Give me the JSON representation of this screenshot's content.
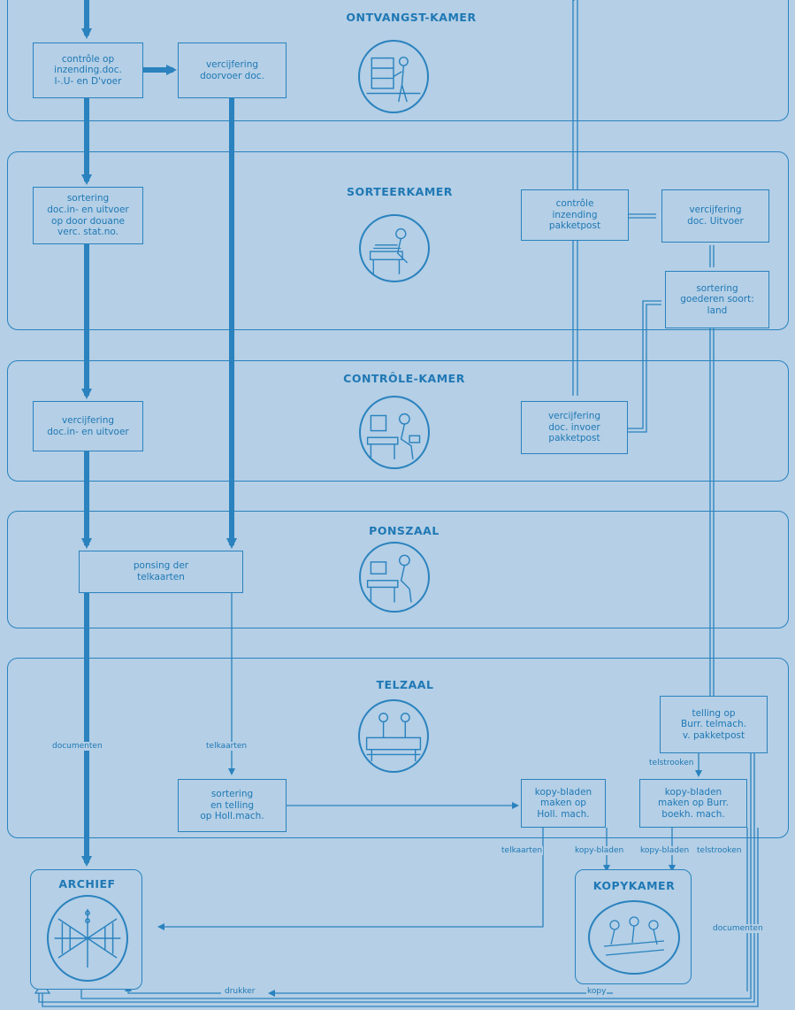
{
  "rooms": {
    "ontvangst": "ONTVANGST-KAMER",
    "sorteer": "SORTEERKAMER",
    "controle": "CONTRÔLE-KAMER",
    "pons": "PONSZAAL",
    "tel": "TELZAAL",
    "archief": "ARCHIEF",
    "kopy": "KOPYKAMER"
  },
  "boxes": {
    "controle_inzending": "contrôle op\ninzending.doc.\nI-.U- en D'voer",
    "vercijfering_doorvoer": "vercijfering\ndoorvoer doc.",
    "sortering_doc": "sortering\ndoc.in- en uitvoer\nop door douane\nverc. stat.no.",
    "controle_pakketpost": "contrôle\ninzending\npakketpost",
    "vercijfering_uitvoer": "vercijfering\ndoc. Uitvoer",
    "sortering_goederen": "sortering\ngoederen soort:\nland",
    "vercijfering_in_uit": "vercijfering\ndoc.in- en uitvoer",
    "vercijfering_invoer": "vercijfering\ndoc. invoer\npakketpost",
    "ponsing": "ponsing der\ntelkaarten",
    "telling_burr": "telling op\nBurr. telmach.\nv. pakketpost",
    "sortering_holl": "sortering\nen telling\nop Holl.mach.",
    "kopy_holl": "kopy-bladen\nmaken op\nHoll. mach.",
    "kopy_burr": "kopy-bladen\nmaken op Burr.\nboekh. mach."
  },
  "labels": {
    "documenten_left": "documenten",
    "telkaarten_mid": "telkaarten",
    "telstrooken_top": "telstrooken",
    "telkaarten_bottom": "telkaarten",
    "kopy_bladen_1": "kopy-bladen",
    "kopy_bladen_2": "kopy-bladen",
    "telstrooken_bottom": "telstrooken",
    "documenten_right": "documenten",
    "drukker": "drukker",
    "kopy": "kopy"
  }
}
